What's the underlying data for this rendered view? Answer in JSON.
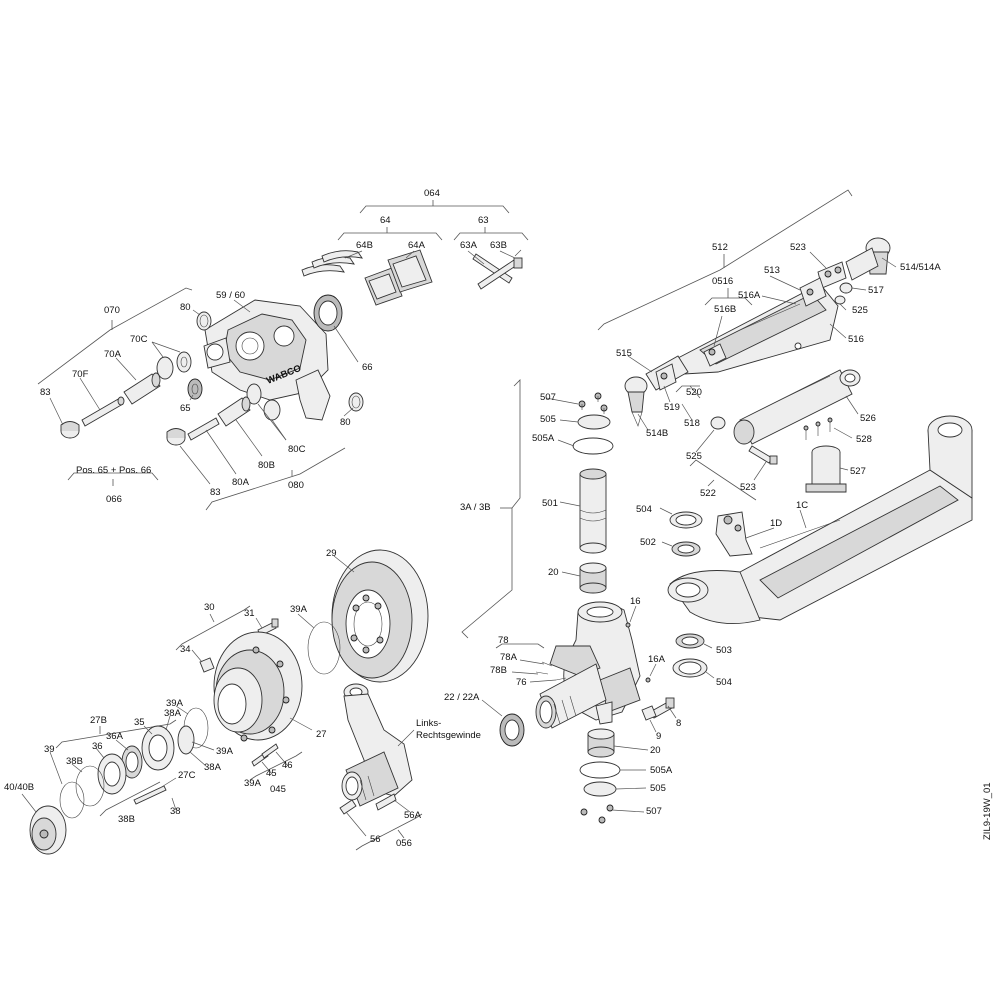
{
  "drawing": {
    "code": "ZIL9-19W_01",
    "note_left_right_thread": "Links-\nRechtsgewinde",
    "note_pos": "Pos. 65 + Pos. 66",
    "brand": "WABCO"
  },
  "labels": [
    {
      "text": "064"
    },
    {
      "text": "64"
    },
    {
      "text": "63"
    },
    {
      "text": "64B"
    },
    {
      "text": "64A"
    },
    {
      "text": "63A"
    },
    {
      "text": "63B"
    },
    {
      "text": "070"
    },
    {
      "text": "59 / 60"
    },
    {
      "text": "80"
    },
    {
      "text": "70C"
    },
    {
      "text": "70A"
    },
    {
      "text": "70F"
    },
    {
      "text": "83"
    },
    {
      "text": "65"
    },
    {
      "text": "66"
    },
    {
      "text": "80"
    },
    {
      "text": "80C"
    },
    {
      "text": "80B"
    },
    {
      "text": "80A"
    },
    {
      "text": "83"
    },
    {
      "text": "080"
    },
    {
      "text": "066"
    },
    {
      "text": "512"
    },
    {
      "text": "523"
    },
    {
      "text": "0516"
    },
    {
      "text": "513"
    },
    {
      "text": "516A"
    },
    {
      "text": "516B"
    },
    {
      "text": "514/514A"
    },
    {
      "text": "517"
    },
    {
      "text": "525"
    },
    {
      "text": "516"
    },
    {
      "text": "515"
    },
    {
      "text": "519"
    },
    {
      "text": "520"
    },
    {
      "text": "518"
    },
    {
      "text": "514B"
    },
    {
      "text": "526"
    },
    {
      "text": "528"
    },
    {
      "text": "525"
    },
    {
      "text": "527"
    },
    {
      "text": "523"
    },
    {
      "text": "522"
    },
    {
      "text": "507"
    },
    {
      "text": "505"
    },
    {
      "text": "505A"
    },
    {
      "text": "501"
    },
    {
      "text": "3A / 3B"
    },
    {
      "text": "504"
    },
    {
      "text": "502"
    },
    {
      "text": "1D"
    },
    {
      "text": "1C"
    },
    {
      "text": "20"
    },
    {
      "text": "16"
    },
    {
      "text": "78"
    },
    {
      "text": "78A"
    },
    {
      "text": "78B"
    },
    {
      "text": "76"
    },
    {
      "text": "16A"
    },
    {
      "text": "503"
    },
    {
      "text": "504"
    },
    {
      "text": "22 / 22A"
    },
    {
      "text": "8"
    },
    {
      "text": "9"
    },
    {
      "text": "20"
    },
    {
      "text": "505A"
    },
    {
      "text": "505"
    },
    {
      "text": "507"
    },
    {
      "text": "29"
    },
    {
      "text": "30"
    },
    {
      "text": "31"
    },
    {
      "text": "39A"
    },
    {
      "text": "34"
    },
    {
      "text": "27"
    },
    {
      "text": "27B"
    },
    {
      "text": "39A"
    },
    {
      "text": "35"
    },
    {
      "text": "38A"
    },
    {
      "text": "36A"
    },
    {
      "text": "36"
    },
    {
      "text": "39A"
    },
    {
      "text": "38A"
    },
    {
      "text": "38B"
    },
    {
      "text": "39"
    },
    {
      "text": "40/40B"
    },
    {
      "text": "27C"
    },
    {
      "text": "38B"
    },
    {
      "text": "38"
    },
    {
      "text": "45"
    },
    {
      "text": "46"
    },
    {
      "text": "39A"
    },
    {
      "text": "045"
    },
    {
      "text": "56"
    },
    {
      "text": "56A"
    },
    {
      "text": "056"
    }
  ]
}
